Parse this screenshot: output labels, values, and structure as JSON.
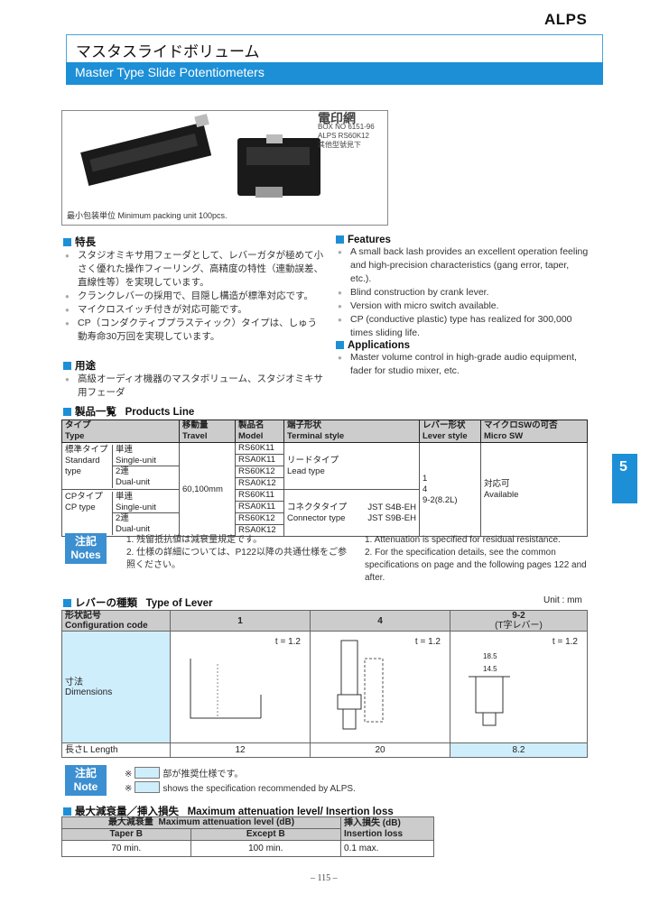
{
  "brand": "ALPS",
  "title_jp": "マスタスライドボリューム",
  "title_en": "Master Type Slide Potentiometers",
  "packing": "最小包装単位  Minimum packing unit  100pcs.",
  "logo": {
    "mark": "電印網",
    "l1": "BOX NO 6151-96",
    "l2": "ALPS RS60K12",
    "l3": "其他型號見下"
  },
  "features_jp": {
    "head": "特長",
    "items": [
      "スタジオミキサ用フェーダとして、レバーガタが極めて小さく優れた操作フィーリング、高精度の特性（連動誤差、直線性等）を実現しています。",
      "クランクレバーの採用で、目隠し構造が標準対応です。",
      "マイクロスイッチ付きが対応可能です。",
      "CP（コンダクティブプラスティック）タイプは、しゅう動寿命30万回を実現しています。"
    ]
  },
  "features_en": {
    "head": "Features",
    "items": [
      "A small back lash provides an excellent operation feeling and high-precision characteristics (gang error, taper, etc.).",
      "Blind construction by crank lever.",
      "Version with micro switch available.",
      "CP (conductive plastic) type has realized for 300,000 times sliding life."
    ]
  },
  "uses_jp": {
    "head": "用途",
    "items": [
      "高級オーディオ機器のマスタボリューム、スタジオミキサ用フェーダ"
    ]
  },
  "uses_en": {
    "head": "Applications",
    "items": [
      "Master volume control in high-grade audio equipment, fader for studio mixer, etc."
    ]
  },
  "section_tab": "5",
  "products": {
    "head_jp": "製品一覧",
    "head_en": "Products Line",
    "cols": [
      {
        "jp": "タイプ",
        "en": "Type"
      },
      {
        "jp": "移動量",
        "en": "Travel"
      },
      {
        "jp": "製品名",
        "en": "Model"
      },
      {
        "jp": "端子形状",
        "en": "Terminal style"
      },
      {
        "jp": "レバー形状",
        "en": "Lever style"
      },
      {
        "jp": "マイクロSWの可否",
        "en": "Micro SW"
      }
    ],
    "std_jp": "標準タイプ",
    "std_en": "Standard type",
    "cp_jp": "CPタイプ",
    "cp_en": "CP type",
    "single_jp": "単連",
    "single_en": "Single-unit",
    "dual_jp": "2連",
    "dual_en": "Dual-unit",
    "travel": "60,100mm",
    "models": [
      "RS60K11",
      "RSA0K11",
      "RS60K12",
      "RSA0K12",
      "RS60K11",
      "RSA0K11",
      "RS60K12",
      "RSA0K12"
    ],
    "lead_jp": "リードタイプ",
    "lead_en": "Lead type",
    "conn_jp": "コネクタタイプ",
    "conn_en": "Connector type",
    "jst1": "JST S4B-EH",
    "jst2": "JST S9B-EH",
    "lever": [
      "1",
      "4",
      "9-2(8.2L)"
    ],
    "micro_jp": "対応可",
    "micro_en": "Available"
  },
  "notes1": {
    "badge_jp": "注記",
    "badge_en": "Notes",
    "jp": [
      "1. 残留抵抗値は減衰量規定です。",
      "2. 仕様の詳細については、P122以降の共通仕様をご参照ください。"
    ],
    "en": [
      "1. Attenuation is specified for residual resistance.",
      "2. For the specification details, see the common specifications on page and the following pages 122 and after."
    ]
  },
  "lever": {
    "head_jp": "レバーの種類",
    "head_en": "Type of Lever",
    "unit": "Unit : mm",
    "code_jp": "形状記号",
    "code_en": "Configuration code",
    "codes": [
      "1",
      "4",
      "9-2"
    ],
    "code_sub": "(T字レバー)",
    "dim_jp": "寸法",
    "dim_en": "Dimensions",
    "t1": "t = 1.2",
    "t4": "t = 1.2",
    "t9": "t = 1.2",
    "len_jp": "長さL",
    "len_en": "Length",
    "lengths": [
      "12",
      "20",
      "8.2"
    ],
    "d185": "18.5",
    "d145": "14.5"
  },
  "notes2": {
    "badge_jp": "注記",
    "badge_en": "Note",
    "jp": "部が推奨仕様です。",
    "en": "shows the specification recommended by ALPS."
  },
  "maxatt": {
    "head_jp": "最大減衰量／挿入損失",
    "head_en": "Maximum attenuation level/ Insertion loss",
    "h1_jp": "最大減衰量",
    "h1_en": "Maximum attenuation level (dB)",
    "h2_jp": "挿入損失 (dB)",
    "h2_en": "Insertion loss",
    "ta": "Taper B",
    "tb": "Except B",
    "va": "70 min.",
    "vb": "100 min.",
    "vc": "0.1 max."
  },
  "page": "– 115 –"
}
